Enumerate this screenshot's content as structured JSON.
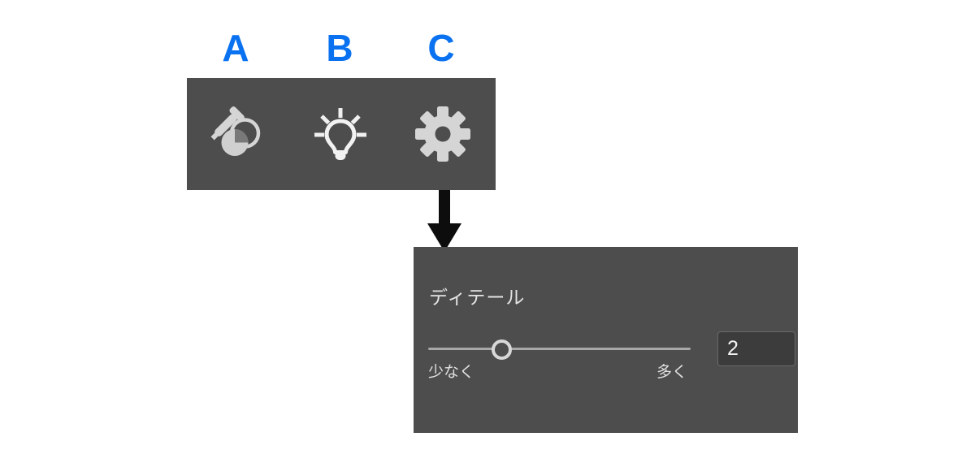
{
  "callouts": [
    {
      "label": "A",
      "target": "white-balance-eyedropper-tool"
    },
    {
      "label": "B",
      "target": "light-bulb-tool"
    },
    {
      "label": "C",
      "target": "settings-gear-tool"
    }
  ],
  "toolbar": {
    "buttons": [
      {
        "icon": "eyedropper-icon",
        "name": "white-balance-picker-button"
      },
      {
        "icon": "light-bulb-icon",
        "name": "lighting-button"
      },
      {
        "icon": "gear-icon",
        "name": "settings-button"
      }
    ],
    "background_color": "#4d4d4d"
  },
  "arrow": {
    "icon": "arrow-down-icon",
    "color": "#0d0d0d"
  },
  "detail_panel": {
    "title": "ディテール",
    "background_color": "#4d4d4d",
    "slider": {
      "min_label": "少なく",
      "max_label": "多く",
      "value": "2",
      "fill_percent": 24,
      "track_color": "#a8a8a8",
      "thumb_color": "#d8d8d8"
    }
  },
  "colors": {
    "callout_blue": "#0a72f0",
    "panel_gray": "#4d4d4d",
    "icon_gray": "#d5d5d5",
    "text_light": "#e3e3e3"
  }
}
